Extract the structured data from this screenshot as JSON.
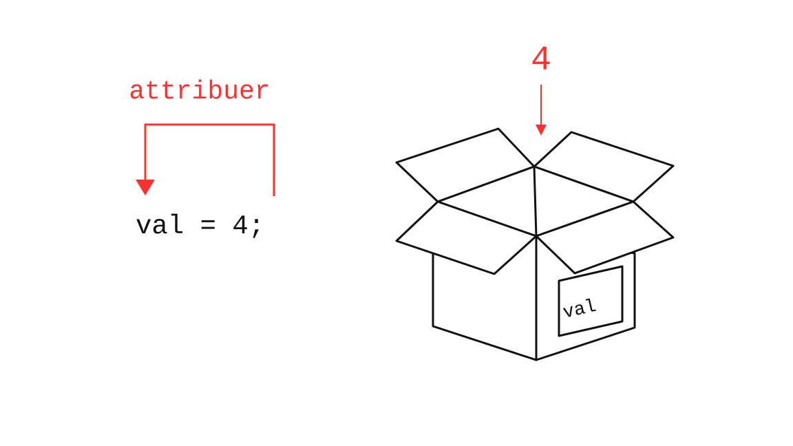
{
  "assign_label": "attribuer",
  "code_statement": "val = 4;",
  "value_label": "4",
  "box_label": "val",
  "colors": {
    "accent": "#ff3030",
    "ink": "#111111",
    "background": "#ffffff"
  }
}
